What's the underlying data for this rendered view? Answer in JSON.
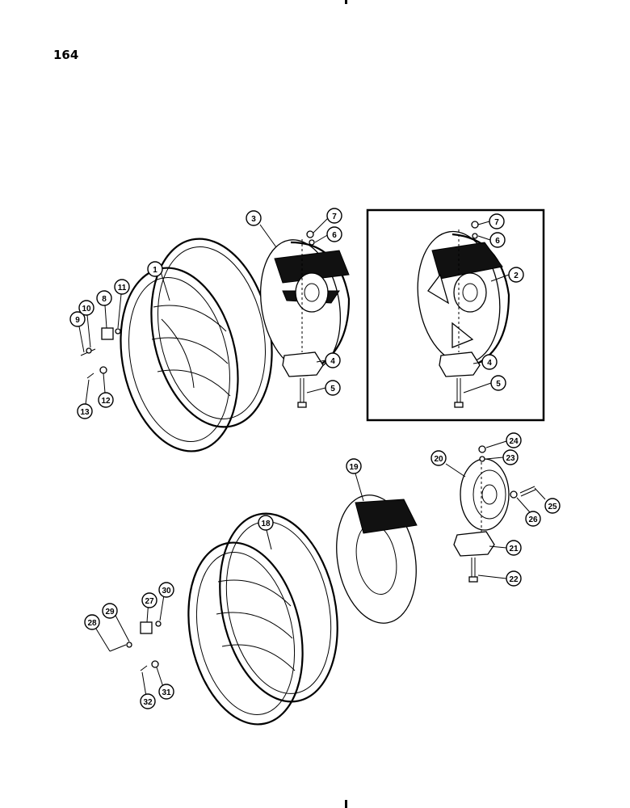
{
  "page_number": "164",
  "callouts": {
    "c1": "1",
    "c2": "2",
    "c3": "3",
    "c4a": "4",
    "c4b": "4",
    "c5a": "5",
    "c5b": "5",
    "c6a": "6",
    "c6b": "6",
    "c7a": "7",
    "c7b": "7",
    "c8": "8",
    "c9": "9",
    "c10": "10",
    "c11": "11",
    "c12": "12",
    "c13": "13",
    "c18": "18",
    "c19": "19",
    "c20": "20",
    "c21": "21",
    "c22": "22",
    "c23": "23",
    "c24": "24",
    "c25": "25",
    "c26": "26",
    "c27": "27",
    "c28": "28",
    "c29": "29",
    "c30": "30",
    "c31": "31",
    "c32": "32"
  }
}
